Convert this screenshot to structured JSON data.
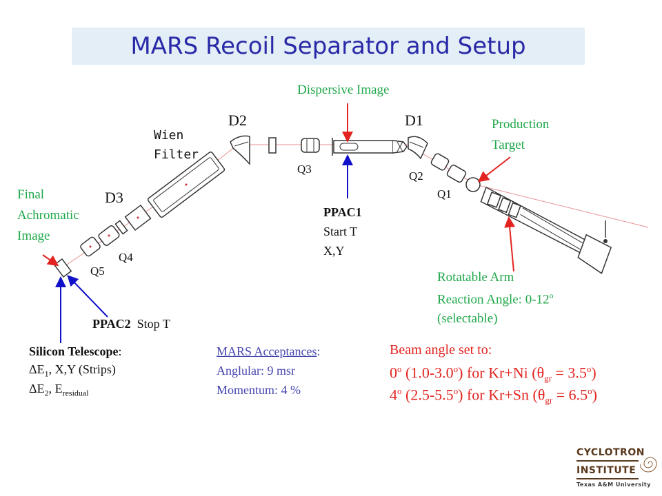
{
  "title": "MARS Recoil Separator and Setup",
  "labels": {
    "dispersive_image": "Dispersive Image",
    "d1": "D1",
    "d2": "D2",
    "d3": "D3",
    "wien_1": "Wien",
    "wien_2": "Filter",
    "production_1": "Production",
    "production_2": "Target",
    "q1": "Q1",
    "q2": "Q2",
    "q3": "Q3",
    "q4": "Q4",
    "q5": "Q5",
    "final_1": "Final",
    "final_2": "Achromatic",
    "final_3": "Image",
    "ppac1_title": "PPAC1",
    "ppac1_line2": "Start T",
    "ppac1_line3": "X,Y",
    "arm_1": "Rotatable Arm",
    "arm_2_pre": "Reaction Angle: 0-12",
    "arm_2_sup": "o",
    "arm_3": "(selectable)",
    "ppac2_title": "PPAC2",
    "ppac2_rest": "Stop T"
  },
  "silicon": {
    "title": "Silicon Telescope",
    "colon": ":",
    "l2_delta": "ΔE",
    "l2_sub": "1",
    "l2_rest": ",  X,Y (Strips)",
    "l3_delta": "ΔE",
    "l3_sub": "2",
    "l3_mid": ",  E",
    "l3_sub2": "residual"
  },
  "acceptances": {
    "title": "MARS Acceptances",
    "colon": ":",
    "angular": "Anglular:    9 msr",
    "momentum": "Momentum: 4 %"
  },
  "beam": {
    "title": "Beam angle set to:",
    "r1_a": "0",
    "r1_b": "o",
    "r1_c": " (1.0-3.0",
    "r1_d": "o",
    "r1_e": ") for  Kr+Ni  (θ",
    "r1_f": "gr",
    "r1_g": " = 3.5",
    "r1_h": "o",
    "r1_i": ")",
    "r2_a": "4",
    "r2_b": "o",
    "r2_c": " (2.5-5.5",
    "r2_d": "o",
    "r2_e": ") for  Kr+Sn  (θ",
    "r2_f": "gr",
    "r2_g": " = 6.5",
    "r2_h": "o",
    "r2_i": ")"
  },
  "logo": {
    "line1": "CYCLOTRON",
    "line2": "INSTITUTE",
    "line3": "Texas A&M University"
  },
  "colors": {
    "title_band": "#e3eef6",
    "title_text": "#2a2aa8",
    "green": "#1fa84a",
    "blue_text": "#4545b0",
    "red": "#e2231f",
    "arrow_blue": "#1010c8",
    "beamline": "#e89090"
  }
}
